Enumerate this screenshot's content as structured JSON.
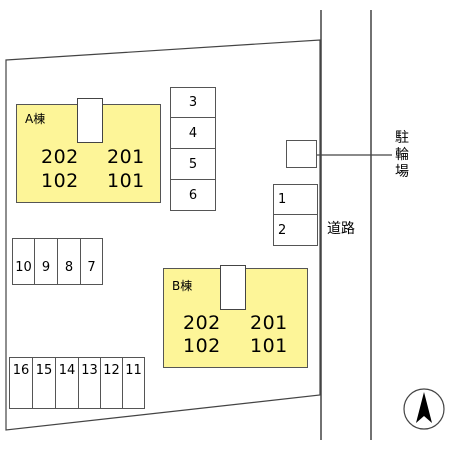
{
  "buildings": [
    {
      "label": "A棟",
      "units": [
        "202",
        "201",
        "102",
        "101"
      ]
    },
    {
      "label": "B棟",
      "units": [
        "202",
        "201",
        "102",
        "101"
      ]
    }
  ],
  "parking_right_column": [
    "3",
    "4",
    "5",
    "6"
  ],
  "parking_near_road": [
    "1",
    "2"
  ],
  "parking_left_row": [
    "10",
    "9",
    "8",
    "7"
  ],
  "parking_bottom_row": [
    "16",
    "15",
    "14",
    "13",
    "12",
    "11"
  ],
  "road_label": "道路",
  "bicycle_parking_label": [
    "駐",
    "輪",
    "場"
  ],
  "north_arrow_icon": "north-arrow-icon"
}
